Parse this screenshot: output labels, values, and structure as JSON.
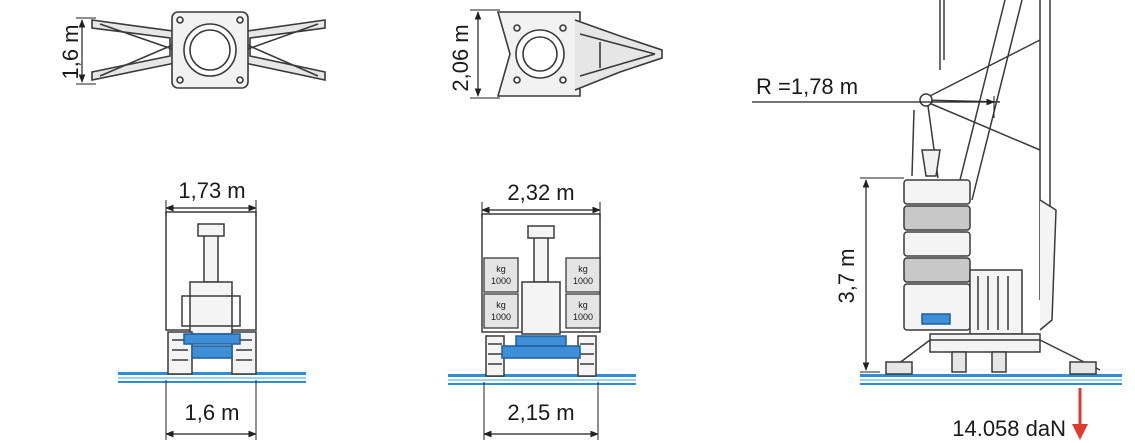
{
  "dimensions": {
    "top_left_height": "1,6 m",
    "top_middle_height": "2,06 m",
    "front_left_top_width": "1,73 m",
    "front_left_bottom_width": "1,6 m",
    "front_middle_top_width": "2,32 m",
    "front_middle_bottom_width": "2,15 m",
    "side_radius": "R =1,78 m",
    "side_height": "3,7 m",
    "point_load": "14.058 daN"
  },
  "ballast_labels": [
    {
      "unit": "kg",
      "value": "1000"
    },
    {
      "unit": "kg",
      "value": "1000"
    },
    {
      "unit": "kg",
      "value": "1000"
    },
    {
      "unit": "kg",
      "value": "1000"
    }
  ],
  "colors": {
    "line": "#3a3a3a",
    "ground": "#2e8fd6",
    "ground_light": "#9fd0f0",
    "chassis_blue": "#3f8fd8",
    "load_arrow": "#e23a2e",
    "ballast_grey": "#c8c8c8"
  }
}
